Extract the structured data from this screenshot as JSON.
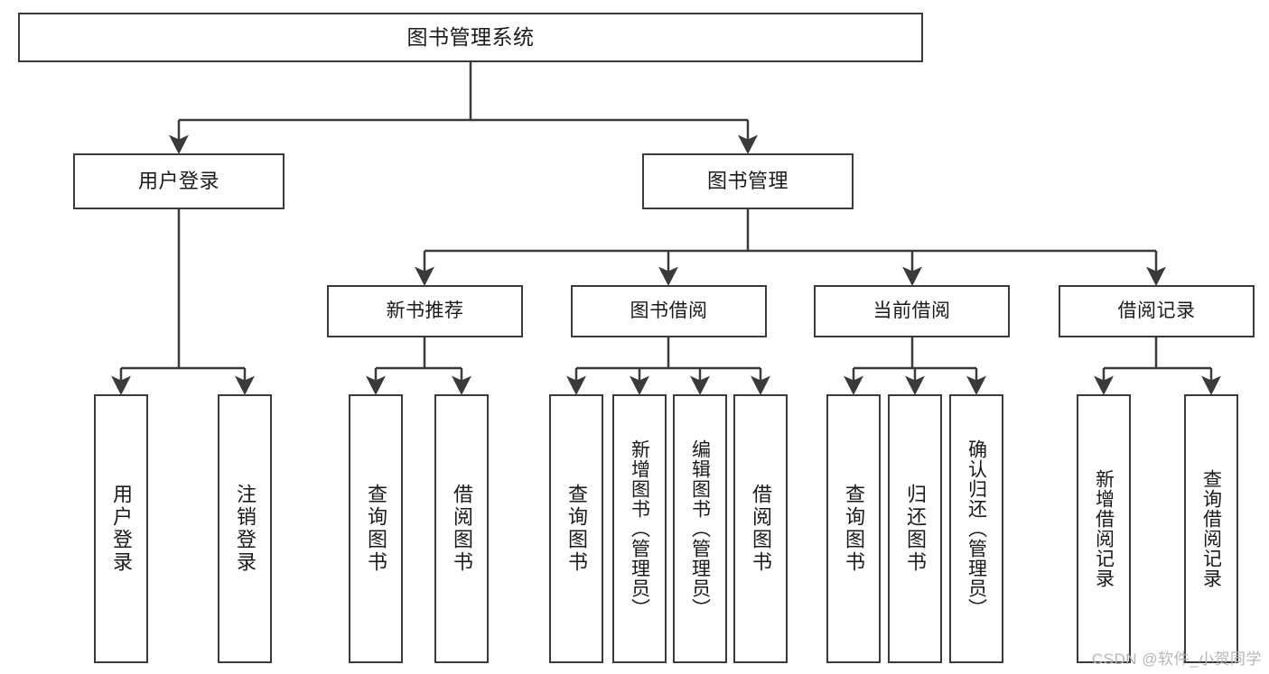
{
  "diagram": {
    "title": "图书管理系统",
    "root": {
      "label": "图书管理系统"
    },
    "level2": [
      {
        "label": "用户登录"
      },
      {
        "label": "图书管理"
      }
    ],
    "level3": [
      {
        "label": "新书推荐"
      },
      {
        "label": "图书借阅"
      },
      {
        "label": "当前借阅"
      },
      {
        "label": "借阅记录"
      }
    ],
    "leaves": {
      "user_login": [
        {
          "label": "用户登录"
        },
        {
          "label": "注销登录"
        }
      ],
      "new_book_recommend": [
        {
          "label": "查询图书"
        },
        {
          "label": "借阅图书"
        }
      ],
      "book_borrow": [
        {
          "label": "查询图书"
        },
        {
          "label": "新增图书（管理员）"
        },
        {
          "label": "编辑图书（管理员）"
        },
        {
          "label": "借阅图书"
        }
      ],
      "current_borrow": [
        {
          "label": "查询图书"
        },
        {
          "label": "归还图书"
        },
        {
          "label": "确认归还（管理员）"
        }
      ],
      "borrow_record": [
        {
          "label": "新增借阅记录"
        },
        {
          "label": "查询借阅记录"
        }
      ]
    }
  },
  "watermark": {
    "text": "CSDN @软件_小贺同学"
  },
  "colors": {
    "border": "#3a3a3a",
    "background": "#ffffff",
    "text": "#1a1a1a",
    "watermark": "#b6b6b6"
  }
}
